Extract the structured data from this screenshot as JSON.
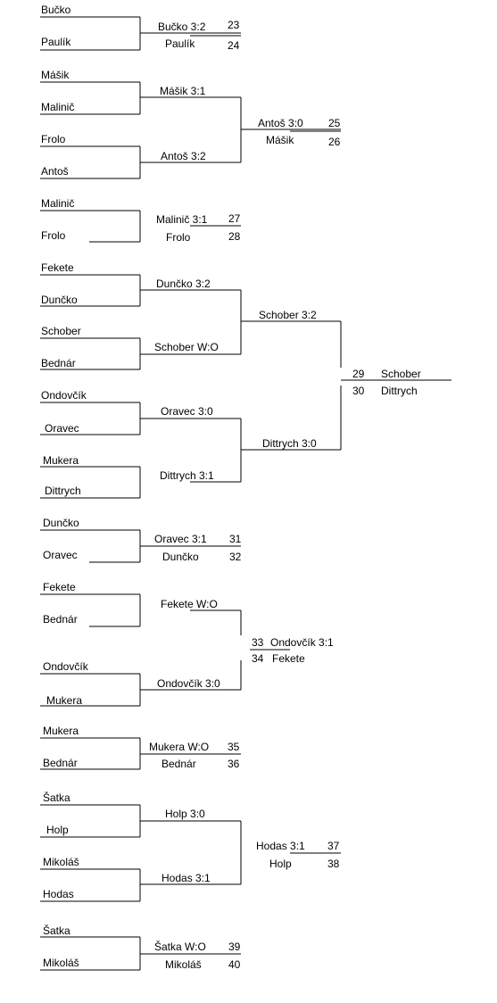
{
  "first_round": [
    {
      "top": "Bučko",
      "bottom": "Paulík"
    },
    {
      "top": "Mášik",
      "bottom": "Malinič"
    },
    {
      "top": "Frolo",
      "bottom": "Antoš"
    },
    {
      "top": "Malinič",
      "bottom": "Frolo"
    },
    {
      "top": "Fekete",
      "bottom": "Dunčko"
    },
    {
      "top": "Schober",
      "bottom": "Bednár"
    },
    {
      "top": "Ondovčík",
      "bottom": "Oravec"
    },
    {
      "top": "Mukera",
      "bottom": "Dittrych"
    },
    {
      "top": "Dunčko",
      "bottom": "Oravec"
    },
    {
      "top": "Fekete",
      "bottom": "Bednár"
    },
    {
      "top": "Ondovčík",
      "bottom": "Mukera"
    },
    {
      "top": "Mukera",
      "bottom": "Bednár"
    },
    {
      "top": "Šatka",
      "bottom": "Holp"
    },
    {
      "top": "Mikoláš",
      "bottom": "Hodas"
    },
    {
      "top": "Šatka",
      "bottom": "Mikoláš"
    }
  ],
  "results": [
    {
      "winner": "Bučko 3:2",
      "loser": "Paulík",
      "winner_num": "23",
      "loser_num": "24"
    },
    {
      "winner": "Mášik 3:1"
    },
    {
      "winner": "Antoš 3:2"
    },
    {
      "winner": "Malinič 3:1",
      "loser": "Frolo",
      "winner_num": "27",
      "loser_num": "28"
    },
    {
      "winner": "Dunčko 3:2"
    },
    {
      "winner": "Schober W:O"
    },
    {
      "winner": "Oravec 3:0"
    },
    {
      "winner": "Dittrych 3:1"
    },
    {
      "winner": "Oravec 3:1",
      "loser": "Dunčko",
      "winner_num": "31",
      "loser_num": "32"
    },
    {
      "winner": "Fekete W:O"
    },
    {
      "winner": "Ondovčík 3:0"
    },
    {
      "winner": "Mukera W:O",
      "loser": "Bednár",
      "winner_num": "35",
      "loser_num": "36"
    },
    {
      "winner": "Holp 3:0"
    },
    {
      "winner": "Hodas 3:1"
    },
    {
      "winner": "Šatka W:O",
      "loser": "Mikoláš",
      "winner_num": "39",
      "loser_num": "40"
    }
  ],
  "second_round": [
    {
      "winner": "Antoš 3:0",
      "loser": "Mášik",
      "winner_num": "25",
      "loser_num": "26"
    },
    {
      "winner": "Schober 3:2"
    },
    {
      "winner": "Dittrych 3:0"
    },
    {
      "winner": "Ondovčík 3:1",
      "loser": "Fekete",
      "winner_num": "33",
      "loser_num": "34"
    },
    {
      "winner": "Hodas 3:1",
      "loser": "Holp",
      "winner_num": "37",
      "loser_num": "38"
    }
  ],
  "final": {
    "winner": "Schober",
    "loser": "Dittrych",
    "winner_num": "29",
    "loser_num": "30"
  }
}
